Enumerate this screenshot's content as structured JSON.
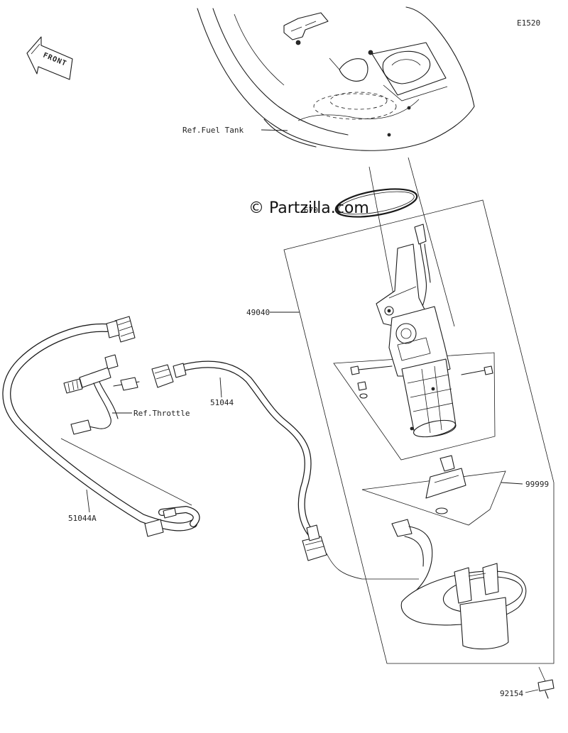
{
  "diagram": {
    "code": "E1520",
    "front_label": "FRONT",
    "watermark": "© Partzilla.com",
    "refs": {
      "fuel_tank": "Ref.Fuel Tank",
      "throttle": "Ref.Throttle"
    },
    "part_numbers": {
      "p670": "670",
      "p49040": "49040",
      "p51044": "51044",
      "p51044a": "51044A",
      "p99999": "99999",
      "p92154": "92154"
    }
  }
}
